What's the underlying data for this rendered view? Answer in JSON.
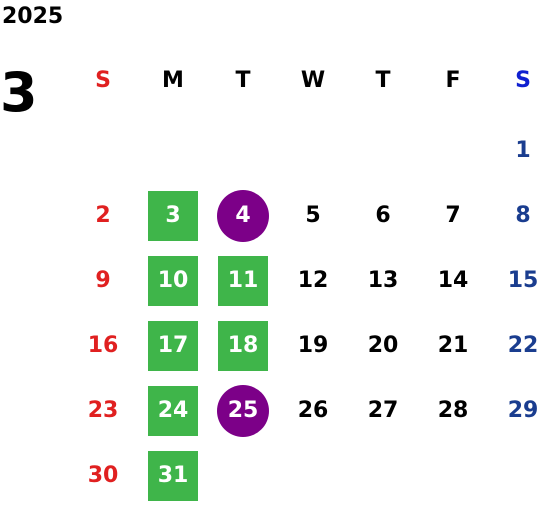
{
  "calendar": {
    "year": "2025",
    "month": "3",
    "weekdays": [
      {
        "label": "S",
        "color": "#e02020"
      },
      {
        "label": "M",
        "color": "#000000"
      },
      {
        "label": "T",
        "color": "#000000"
      },
      {
        "label": "W",
        "color": "#000000"
      },
      {
        "label": "T",
        "color": "#000000"
      },
      {
        "label": "F",
        "color": "#000000"
      },
      {
        "label": "S",
        "color": "#1020d0"
      }
    ],
    "first_weekday_index": 6,
    "days": [
      {
        "day": "1",
        "style": "plain"
      },
      {
        "day": "2",
        "style": "plain"
      },
      {
        "day": "3",
        "style": "green-square"
      },
      {
        "day": "4",
        "style": "purple-circle"
      },
      {
        "day": "5",
        "style": "plain"
      },
      {
        "day": "6",
        "style": "plain"
      },
      {
        "day": "7",
        "style": "plain"
      },
      {
        "day": "8",
        "style": "plain"
      },
      {
        "day": "9",
        "style": "plain"
      },
      {
        "day": "10",
        "style": "green-square"
      },
      {
        "day": "11",
        "style": "green-square"
      },
      {
        "day": "12",
        "style": "plain"
      },
      {
        "day": "13",
        "style": "plain"
      },
      {
        "day": "14",
        "style": "plain"
      },
      {
        "day": "15",
        "style": "plain"
      },
      {
        "day": "16",
        "style": "plain"
      },
      {
        "day": "17",
        "style": "green-square"
      },
      {
        "day": "18",
        "style": "green-square"
      },
      {
        "day": "19",
        "style": "plain"
      },
      {
        "day": "20",
        "style": "plain"
      },
      {
        "day": "21",
        "style": "plain"
      },
      {
        "day": "22",
        "style": "plain"
      },
      {
        "day": "23",
        "style": "plain"
      },
      {
        "day": "24",
        "style": "green-square"
      },
      {
        "day": "25",
        "style": "purple-circle"
      },
      {
        "day": "26",
        "style": "plain"
      },
      {
        "day": "27",
        "style": "plain"
      },
      {
        "day": "28",
        "style": "plain"
      },
      {
        "day": "29",
        "style": "plain"
      },
      {
        "day": "30",
        "style": "plain"
      },
      {
        "day": "31",
        "style": "green-square"
      }
    ],
    "colors": {
      "sunday": "#e02020",
      "saturday_weekday": "#1020d0",
      "saturday_date": "#1a3d8f",
      "weekday": "#000000",
      "highlight_green": "#3fb54a",
      "highlight_purple": "#7c0088",
      "highlight_text": "#ffffff"
    }
  }
}
